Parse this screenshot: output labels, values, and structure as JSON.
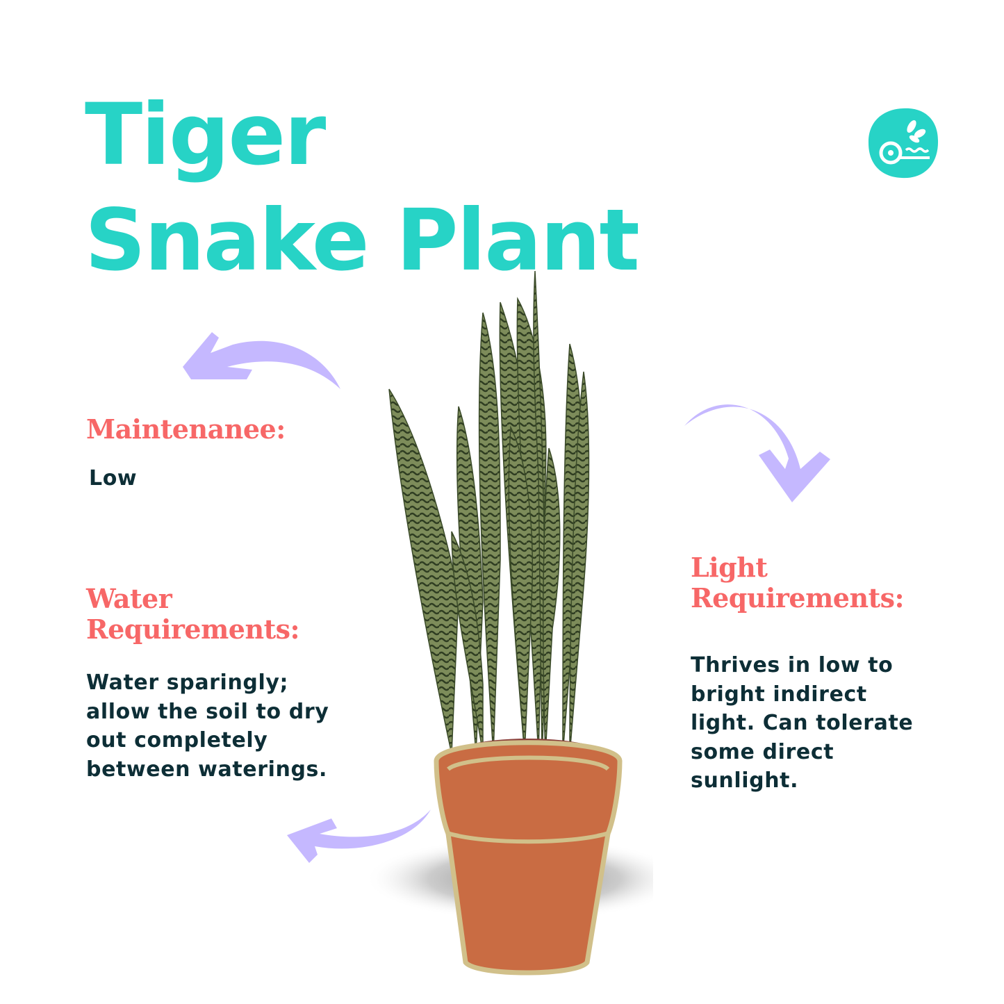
{
  "title": {
    "line1": "Tiger",
    "line2": "Snake Plant"
  },
  "logo": {
    "icon": "key-leaf-water-icon",
    "color": "#27d3c6"
  },
  "sections": {
    "maintenance": {
      "heading": "Maintenanee:",
      "value": "Low"
    },
    "water": {
      "heading_line1": "Water",
      "heading_line2": "Requirements:",
      "value": "Water sparingly;\nallow the soil to dry\nout completely\nbetween waterings."
    },
    "light": {
      "heading_line1": "Light",
      "heading_line2": "Requirements:",
      "value": "Thrives in low to\nbright indirect\nlight. Can tolerate\nsome direct\nsunlight."
    }
  },
  "colors": {
    "title": "#27d3c6",
    "heading": "#f76767",
    "body": "#0d2e36",
    "arrow": "#c5b8ff",
    "pot": "#c96c43",
    "pot_rim": "#d1c08a",
    "leaf": "#5a6b3c"
  }
}
